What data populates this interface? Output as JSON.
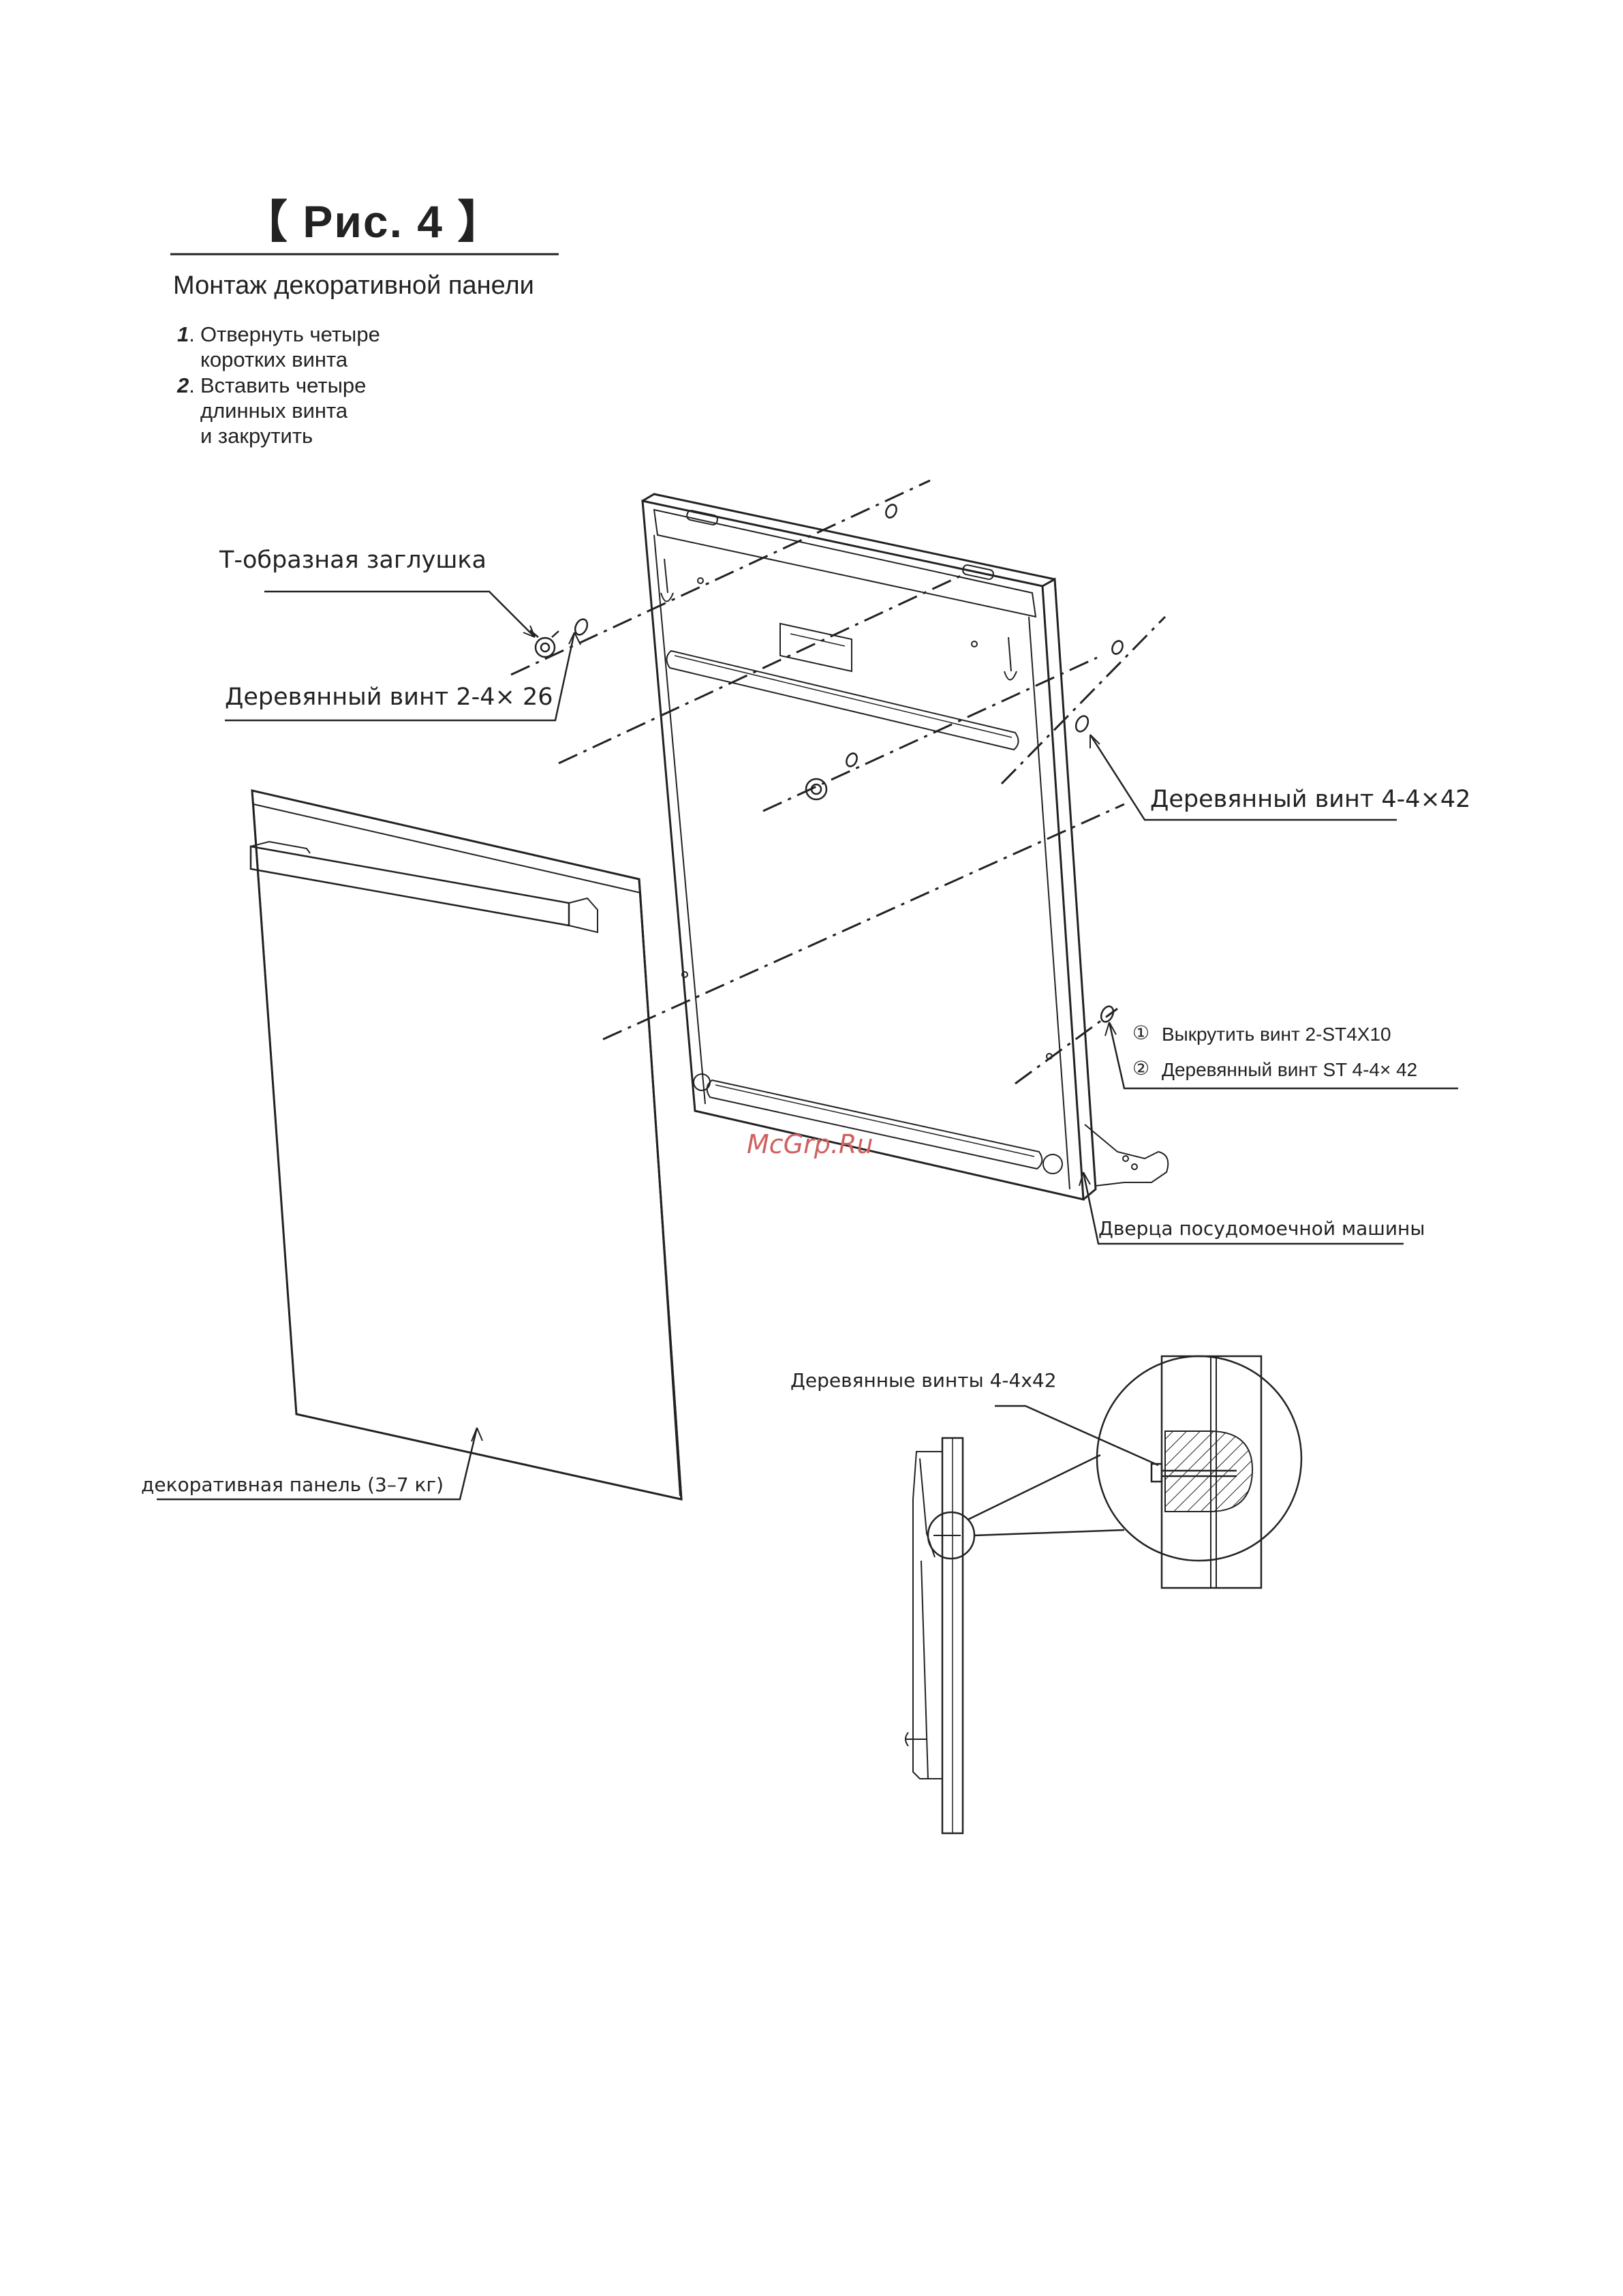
{
  "figure": {
    "title": "【 Рис. 4 】",
    "heading": "Монтаж декоративной панели"
  },
  "steps": [
    {
      "number": "1",
      "lines": [
        "Отвернуть четыре",
        "коротких винта"
      ]
    },
    {
      "number": "2",
      "lines": [
        "Вставить четыре",
        "длинных винта",
        "и закрутить"
      ]
    }
  ],
  "labels": {
    "t_plug": "Т-образная заглушка",
    "wood_screw_small": "Деревянный винт 2-4×  26",
    "wood_screw_right": "Деревянный винт 4-4×42",
    "unscrew": "Выкрутить винт 2-ST4X10",
    "unscrew_num": "①",
    "wood_screw_st": "Деревянный винт ST 4-4×  42",
    "wood_screw_st_num": "②",
    "door": "Дверца посудомоечной машины",
    "wood_screws_detail": "Деревянные винты 4-4x42",
    "decor_panel": "декоративная панель (3–7 кг)"
  },
  "watermark": "McGrp.Ru",
  "colors": {
    "line": "#222222",
    "watermark": "#d06060"
  }
}
